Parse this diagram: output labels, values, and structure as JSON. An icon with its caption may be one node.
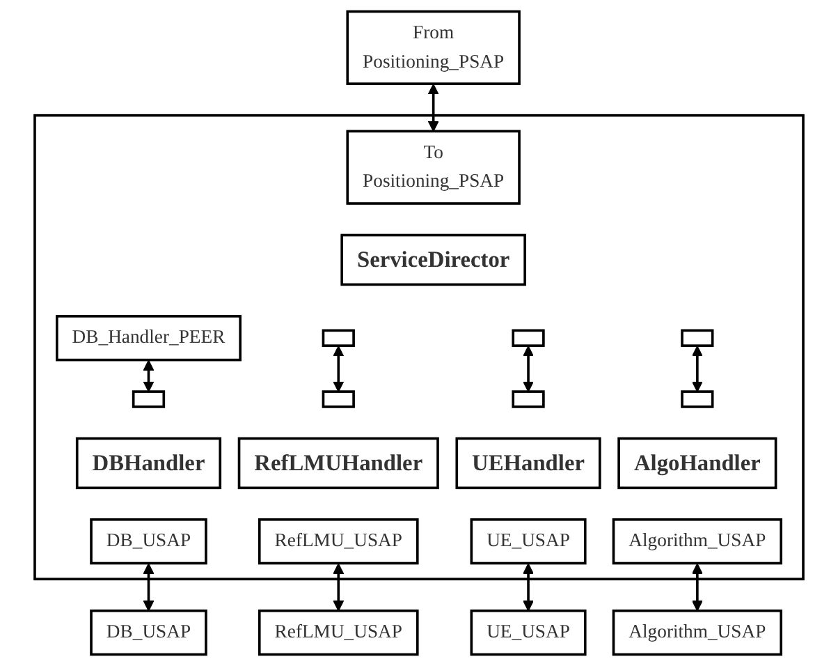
{
  "diagram": {
    "nodes": [
      {
        "text": [],
        "shape": "box"
      },
      {
        "text": [
          "From",
          "Positioning_PSAP"
        ]
      },
      {
        "text": [
          "ServiceDirector"
        ],
        "in": 0
      },
      {
        "text": [
          "To",
          "Positioning_PSAP"
        ],
        "in": 0
      },
      {
        "text": [
          "DB_Handler_PEER"
        ],
        "in": 0
      },
      {
        "text": [],
        "shape": "box",
        "in": 0
      },
      {
        "text": [],
        "shape": "box",
        "in": 0
      },
      {
        "text": [],
        "shape": "box",
        "in": 0
      },
      {
        "text": [
          "DBHandler"
        ],
        "in": 0
      },
      {
        "text": [],
        "shape": "box",
        "in": 0
      },
      {
        "text": [
          "DB_USAP"
        ],
        "in": 0
      },
      {
        "text": [
          "RefLMUHandler"
        ],
        "in": 0
      },
      {
        "text": [],
        "shape": "box",
        "in": 0
      },
      {
        "text": [
          "RefLMU_USAP"
        ],
        "in": 0
      },
      {
        "text": [
          "UEHandler"
        ],
        "in": 0
      },
      {
        "text": [],
        "shape": "box",
        "in": 0
      },
      {
        "text": [
          "UE_USAP"
        ],
        "in": 0
      },
      {
        "text": [
          "AlgoHandler"
        ],
        "in": 0
      },
      {
        "text": [],
        "shape": "box",
        "in": 0
      },
      {
        "text": [
          "Algorithm_USAP"
        ],
        "in": 0
      },
      {
        "text": [
          "DB_USAP"
        ]
      },
      {
        "text": [
          "RefLMU_USAP"
        ]
      },
      {
        "text": [
          "UE_USAP"
        ]
      },
      {
        "text": [
          "Algorithm_USAP"
        ]
      }
    ],
    "edges": [
      {
        "from": 1,
        "to": 3,
        "arrow": "both"
      },
      {
        "from": 4,
        "to": 9,
        "arrow": "both"
      },
      {
        "from": 5,
        "to": 12,
        "arrow": "both"
      },
      {
        "from": 6,
        "to": 15,
        "arrow": "both"
      },
      {
        "from": 7,
        "to": 18,
        "arrow": "both"
      },
      {
        "from": 10,
        "to": 20,
        "arrow": "both"
      },
      {
        "from": 13,
        "to": 21,
        "arrow": "both"
      },
      {
        "from": 16,
        "to": 22,
        "arrow": "both"
      },
      {
        "from": 19,
        "to": 23,
        "arrow": "both"
      }
    ]
  }
}
